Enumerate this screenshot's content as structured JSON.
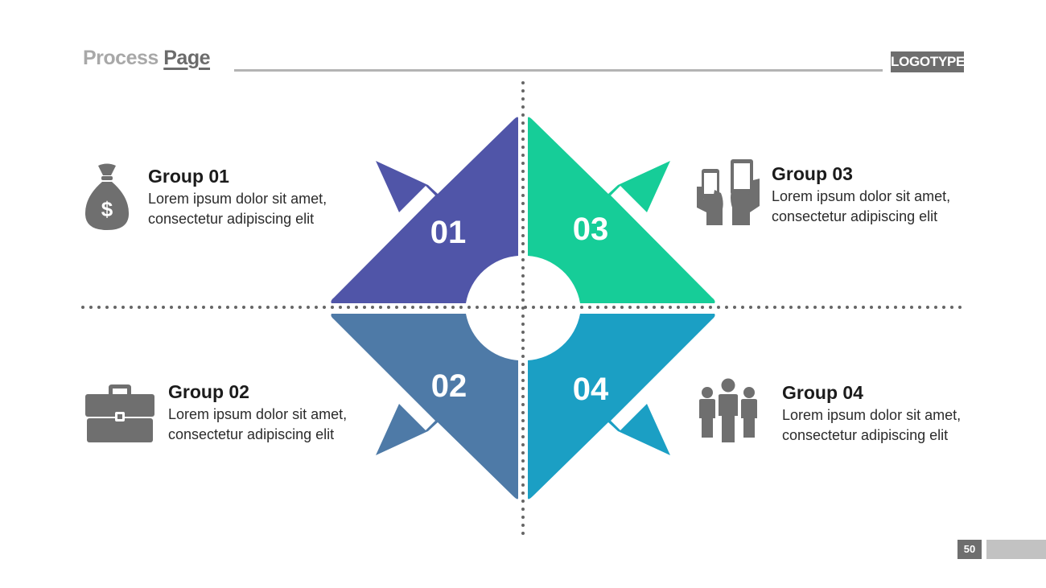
{
  "header": {
    "title_light": "Process ",
    "title_strong": "Page",
    "logo": "LOGOTYPE"
  },
  "diagram": {
    "segments": [
      {
        "number": "01",
        "color": "#5055a8"
      },
      {
        "number": "02",
        "color": "#4e7aa7"
      },
      {
        "number": "03",
        "color": "#16cd98"
      },
      {
        "number": "04",
        "color": "#1b9fc4"
      }
    ]
  },
  "groups": [
    {
      "title": "Group 01",
      "line1": "Lorem ipsum dolor sit amet,",
      "line2": "consectetur adipiscing elit",
      "icon": "money-bag-icon"
    },
    {
      "title": "Group 02",
      "line1": "Lorem ipsum dolor sit amet,",
      "line2": "consectetur adipiscing elit",
      "icon": "briefcase-icon"
    },
    {
      "title": "Group 03",
      "line1": "Lorem ipsum dolor sit amet,",
      "line2": "consectetur adipiscing elit",
      "icon": "hands-phones-icon"
    },
    {
      "title": "Group 04",
      "line1": "Lorem ipsum dolor sit amet,",
      "line2": "consectetur adipiscing elit",
      "icon": "team-people-icon"
    }
  ],
  "footer": {
    "page_number": "50"
  },
  "colors": {
    "text_gray": "#6e6e6e",
    "icon_gray": "#6f6f6f",
    "dots": "#666666"
  }
}
